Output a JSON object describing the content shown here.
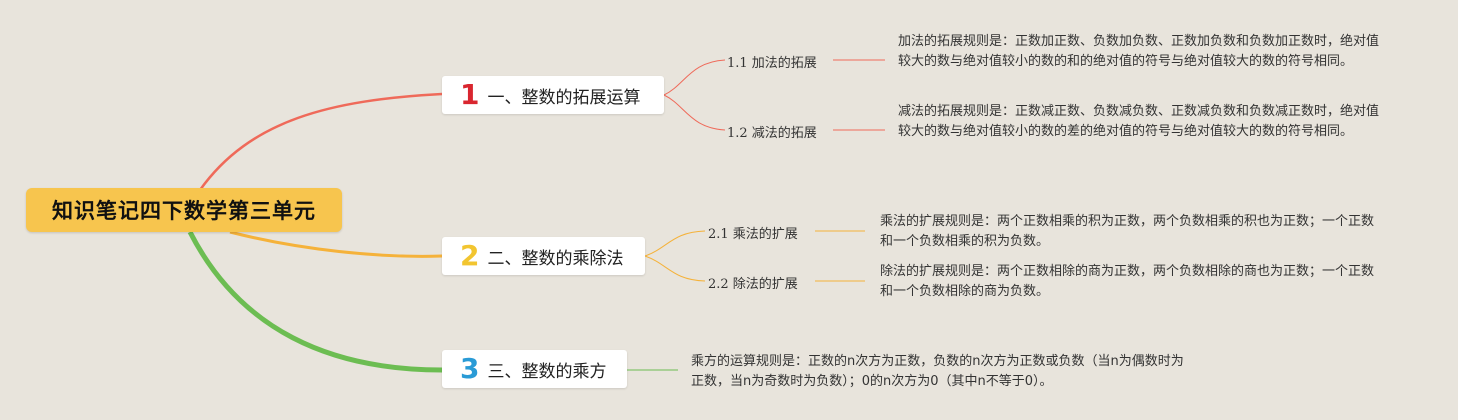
{
  "root": {
    "label": "知识笔记四下数学第三单元"
  },
  "topics": [
    {
      "num": "1",
      "label": "一、整数的拓展运算",
      "color": "#d9262f",
      "subs": [
        {
          "label": "1.1 加法的拓展",
          "note": "加法的拓展规则是：正数加正数、负数加负数、正数加负数和负数加正数时，绝对值较大的数与绝对值较小的数的和的绝对值的符号与绝对值较大的数的符号相同。"
        },
        {
          "label": "1.2 减法的拓展",
          "note": "减法的拓展规则是：正数减正数、负数减负数、正数减负数和负数减正数时，绝对值较大的数与绝对值较小的数的差的绝对值的符号与绝对值较大的数的符号相同。"
        }
      ]
    },
    {
      "num": "2",
      "label": "二、整数的乘除法",
      "color": "#f2c530",
      "subs": [
        {
          "label": "2.1 乘法的扩展",
          "note": "乘法的扩展规则是：两个正数相乘的积为正数，两个负数相乘的积也为正数；一个正数和一个负数相乘的积为负数。"
        },
        {
          "label": "2.2 除法的扩展",
          "note": "除法的扩展规则是：两个正数相除的商为正数，两个负数相除的商也为正数；一个正数和一个负数相除的商为负数。"
        }
      ]
    },
    {
      "num": "3",
      "label": "三、整数的乘方",
      "color": "#2a9bd6",
      "note": "乘方的运算规则是：正数的n次方为正数，负数的n次方为正数或负数（当n为偶数时为正数，当n为奇数时为负数）；0的n次方为0（其中n不等于0）。"
    }
  ],
  "colors": {
    "branch1": "#ef6a5a",
    "branch2": "#f5b23a",
    "branch3": "#6cbd52"
  }
}
